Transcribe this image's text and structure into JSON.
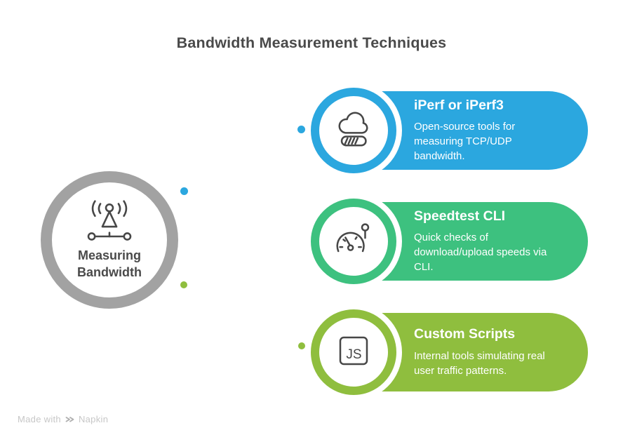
{
  "title": "Bandwidth Measurement Techniques",
  "center": {
    "label": "Measuring\nBandwidth",
    "icon": "antenna-icon",
    "ring_color": "#A2A2A2"
  },
  "cards": [
    {
      "title": "iPerf or iPerf3",
      "description": "Open-source tools for\nmeasuring TCP/UDP\nbandwidth.",
      "color": "#2BA7DF",
      "icon": "cloud-bandwidth-icon"
    },
    {
      "title": "Speedtest CLI",
      "description": "Quick checks of\ndownload/upload speeds via\nCLI.",
      "color": "#3DC17F",
      "icon": "speedometer-icon"
    },
    {
      "title": "Custom Scripts",
      "description": "Internal tools simulating real\nuser traffic patterns.",
      "color": "#8FBE3E",
      "icon": "js-icon",
      "js_label": "JS"
    }
  ],
  "watermark": {
    "made_with": "Made with",
    "brand": "Napkin"
  }
}
